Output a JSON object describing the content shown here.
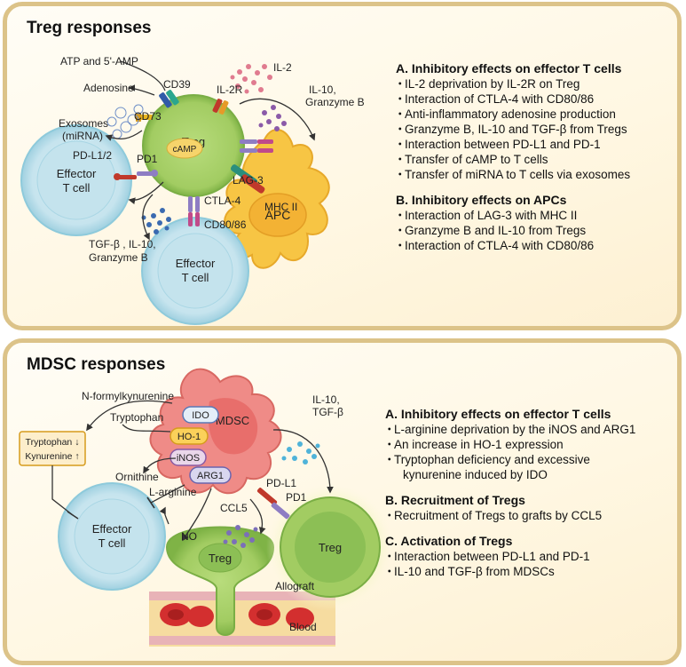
{
  "panel1": {
    "title": "Treg responses",
    "labels": {
      "atp": "ATP and 5'-AMP",
      "adenosine": "Adenosine",
      "cd39": "CD39",
      "cd73": "CD73",
      "il2r": "IL-2R",
      "il2": "IL-2",
      "il10_gzmb_line1": "IL-10,",
      "il10_gzmb_line2": "Granzyme B",
      "exosomes_line1": "Exosomes",
      "exosomes_line2": "(miRNA)",
      "treg": "Treg",
      "camp": "cAMP",
      "pdl1": "PD-L1/2",
      "pd1": "PD1",
      "lag3": "LAG-3",
      "mhc2": "MHC II",
      "apc": "APC",
      "ctla4": "CTLA-4",
      "cd8086": "CD80/86",
      "tgf_line1": "TGF-β , IL-10,",
      "tgf_line2": "Granzyme B",
      "effector1_line1": "Effector",
      "effector1_line2": "T cell",
      "effector2_line1": "Effector",
      "effector2_line2": "T cell"
    },
    "effects": {
      "a_head": "A. Inhibitory effects on effector T cells",
      "a_items": [
        "IL-2 deprivation by IL-2R on Treg",
        "Interaction of CTLA-4 with CD80/86",
        "Anti-inflammatory adenosine production",
        "Granzyme B, IL-10 and TGF-β from Tregs",
        "Interaction between PD-L1 and PD-1",
        "Transfer of cAMP to T cells",
        "Transfer of miRNA to T cells via exosomes"
      ],
      "b_head": "B. Inhibitory effects on APCs",
      "b_items": [
        "Interaction of LAG-3 with MHC II",
        "Granzyme B and IL-10 from Tregs",
        "Interaction of CTLA-4 with CD80/86"
      ]
    }
  },
  "panel2": {
    "title": "MDSC responses",
    "labels": {
      "nfk": "N-formylkynurenine",
      "tryptophan": "Tryptophan",
      "box_line1": "Tryptophan ↓",
      "box_line2": "Kynurenine ↑",
      "ido": "IDO",
      "ho1": "HO-1",
      "inos": "iNOS",
      "arg1": "ARG1",
      "mdsc": "MDSC",
      "ornithine": "Ornithine",
      "larginine": "L-arginine",
      "no": "NO",
      "ccl5": "CCL5",
      "pdl1": "PD-L1",
      "pd1": "PD1",
      "il10_line1": "IL-10,",
      "il10_line2": "TGF-β",
      "treg_right": "Treg",
      "treg_bottom": "Treg",
      "effector_line1": "Effector",
      "effector_line2": "T cell",
      "allograft": "Allograft",
      "blood": "Blood"
    },
    "effects": {
      "a_head": "A. Inhibitory effects on effector T cells",
      "a_items": [
        "L-arginine deprivation by the iNOS and ARG1",
        "An increase in HO-1 expression",
        "Tryptophan deficiency and excessive"
      ],
      "a_cont": "kynurenine induced by IDO",
      "b_head": "B. Recruitment of Tregs",
      "b_items": [
        "Recruitment of Tregs to grafts by CCL5"
      ],
      "c_head": "C. Activation of Tregs",
      "c_items": [
        "Interaction between PD-L1 and PD-1",
        "IL-10 and TGF-β from MDSCs"
      ]
    }
  },
  "colors": {
    "panel_border": "#dcc389",
    "effector_fill": "#cfe9f1",
    "treg_fill": "#a7d26b",
    "apc_fill": "#f7c544",
    "mdsc_fill": "#ef8b87"
  }
}
